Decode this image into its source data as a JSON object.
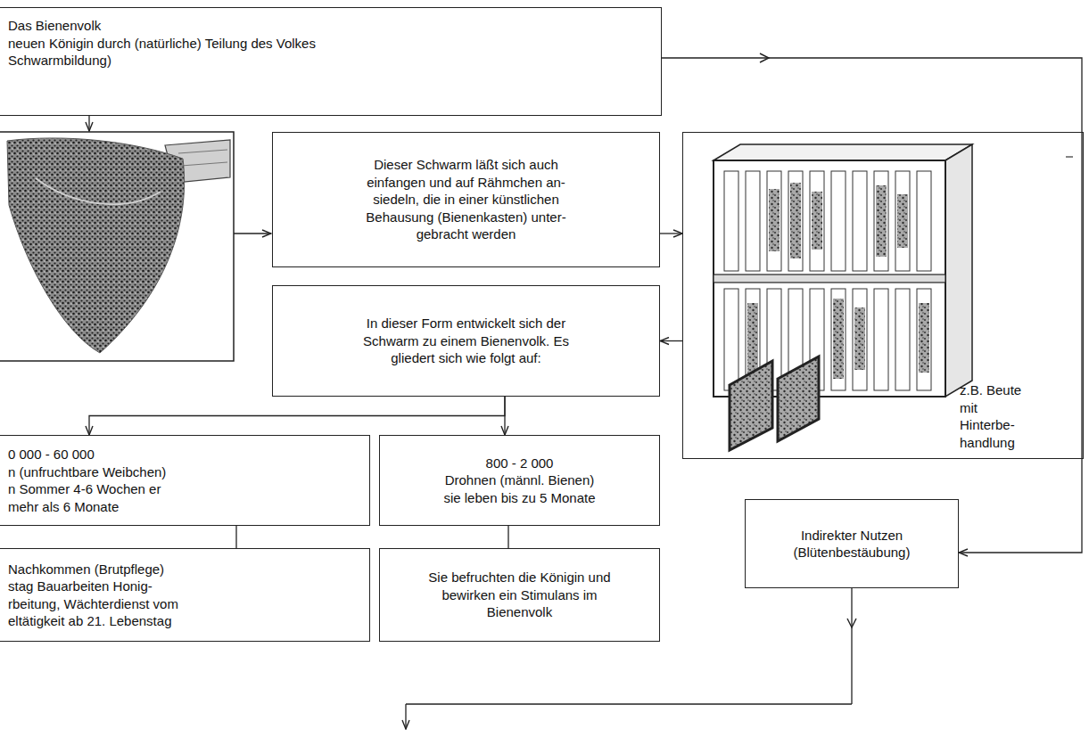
{
  "diagram": {
    "nodes": [
      {
        "text": [
          "Das Bienenvolk",
          "neuen Königin durch (natürliche) Teilung des Volkes",
          "Schwarmbildung)"
        ]
      },
      {
        "text": [
          "Dieser Schwarm läßt sich auch einfangen und auf Rähmchen an- siedeln, die in einer künstlichen Behausung (Bienenkasten) unter- gebracht werden"
        ]
      },
      {
        "text": [
          "z.B. Beute mit Hinterbe- handlung"
        ]
      },
      {
        "text": [
          "In dieser Form entwickelt sich der Schwarm zu einem Bienenvolk. Es gliedert sich wie folgt auf:"
        ]
      },
      {
        "text": [
          "0 000 - 60 000",
          "n (unfruchtbare Weibchen) n Sommer 4-6 Wochen er mehr als 6 Monate"
        ]
      },
      {
        "text": [
          "800 - 2 000",
          "Drohnen (männl. Bienen) sie leben bis zu 5 Monate"
        ]
      },
      {
        "text": [
          "Indirekter Nutzen (Blütenbestäubung)"
        ]
      },
      {
        "text": [
          "Nachkommen (Brutpflege) stag Bauarbeiten Honig- rbeitung, Wächterdienst vom eltätigkeit ab 21. Lebenstag"
        ]
      },
      {
        "text": [
          "Sie befruchten die Königin und bewirken ein Stimulans im Bienenvolk"
        ]
      }
    ],
    "edges": [
      {
        "from": 0,
        "to": 6,
        "arrow": "to"
      },
      {
        "from": 1,
        "to": 2,
        "arrow": "to"
      },
      {
        "from": 2,
        "to": 3,
        "arrow": "to"
      },
      {
        "from": 3,
        "to": 4,
        "arrow": "to"
      },
      {
        "from": 3,
        "to": 5,
        "arrow": "to"
      },
      {
        "from": 4,
        "to": 7,
        "arrow": "none"
      },
      {
        "from": 5,
        "to": 8,
        "arrow": "none"
      }
    ]
  }
}
